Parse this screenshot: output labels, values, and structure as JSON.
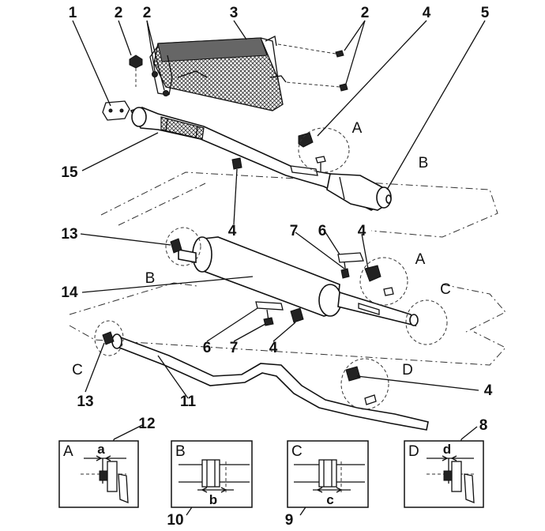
{
  "callouts": {
    "n1": "1",
    "n2a": "2",
    "n2b": "2",
    "n2c": "2",
    "n3": "3",
    "n4a": "4",
    "n5": "5",
    "n15": "15",
    "n4b": "4",
    "n13a": "13",
    "n7a": "7",
    "n6a": "6",
    "n4c": "4",
    "n14": "14",
    "n6b": "6",
    "n7b": "7",
    "n4d": "4",
    "n13b": "13",
    "n11": "11",
    "n4e": "4",
    "n12": "12",
    "n8": "8",
    "n10": "10",
    "n9": "9"
  },
  "zone_letters": {
    "A1": "A",
    "B1": "B",
    "A2": "A",
    "B2": "B",
    "C1": "C",
    "C2": "C",
    "D1": "D"
  },
  "detail_boxes": {
    "A": {
      "letter": "A",
      "dim": "a"
    },
    "B": {
      "letter": "B",
      "dim": "b"
    },
    "C": {
      "letter": "C",
      "dim": "c"
    },
    "D": {
      "letter": "D",
      "dim": "d"
    }
  }
}
